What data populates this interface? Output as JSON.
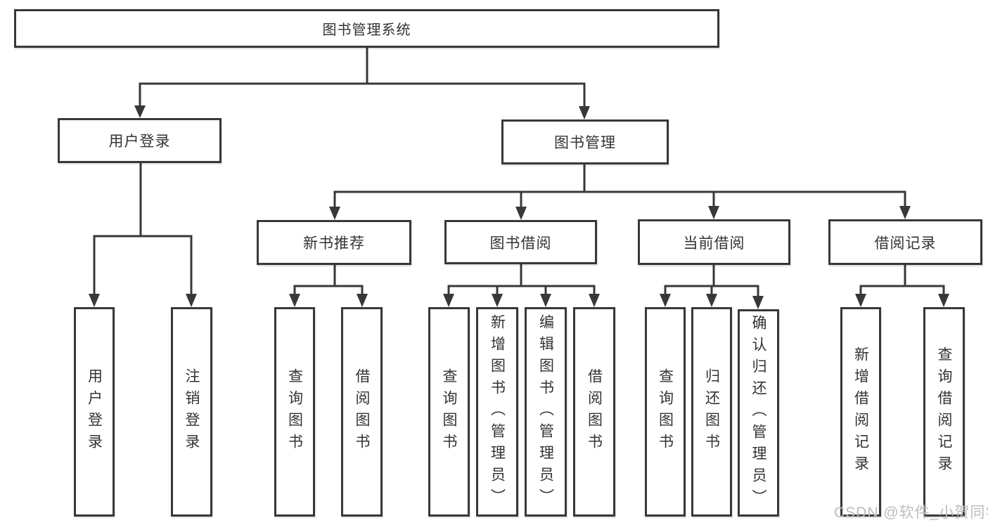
{
  "diagram": {
    "root": {
      "label": "图书管理系统"
    },
    "branches": {
      "login": {
        "label": "用户登录",
        "children": [
          {
            "label": "用户登录"
          },
          {
            "label": "注销登录"
          }
        ]
      },
      "management": {
        "label": "图书管理",
        "children": [
          {
            "label": "新书推荐",
            "children": [
              {
                "label": "查询图书"
              },
              {
                "label": "借阅图书"
              }
            ]
          },
          {
            "label": "图书借阅",
            "children": [
              {
                "label": "查询图书"
              },
              {
                "label": "新增图书（管理员）"
              },
              {
                "label": "编辑图书（管理员）"
              },
              {
                "label": "借阅图书"
              }
            ]
          },
          {
            "label": "当前借阅",
            "children": [
              {
                "label": "查询图书"
              },
              {
                "label": "归还图书"
              },
              {
                "label": "确认归还（管理员）"
              }
            ]
          },
          {
            "label": "借阅记录",
            "children": [
              {
                "label": "新增借阅记录"
              },
              {
                "label": "查询借阅记录"
              }
            ]
          }
        ]
      }
    },
    "colors": {
      "line": "#383838",
      "text": "#333333",
      "box_fill": "#ffffff"
    },
    "watermark": {
      "text": "CSDN @软件_小贺同学",
      "color": "#bcbcbc"
    }
  }
}
